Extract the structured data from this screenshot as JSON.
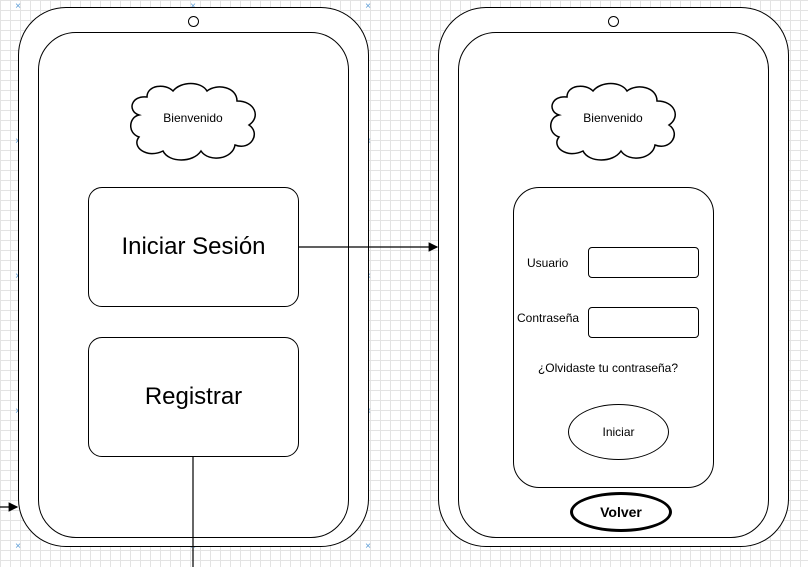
{
  "colors": {
    "stroke": "#000000",
    "grid": "#e3e3e3",
    "selection_handle": "#5b9bd5",
    "background": "#ffffff"
  },
  "icons": {
    "welcome_cloud": "cloud-shape",
    "camera": "circle",
    "connector": "arrow",
    "selection_handle": "x-marker"
  },
  "screen_home": {
    "welcome_text": "Bienvenido",
    "login_button": "Iniciar Sesión",
    "register_button": "Registrar"
  },
  "screen_login": {
    "welcome_text": "Bienvenido",
    "username_label": "Usuario",
    "password_label": "Contraseña",
    "username_value": "",
    "password_value": "",
    "forgot_password_link": "¿Olvidaste tu contraseña?",
    "submit_button": "Iniciar",
    "back_button": "Volver"
  }
}
